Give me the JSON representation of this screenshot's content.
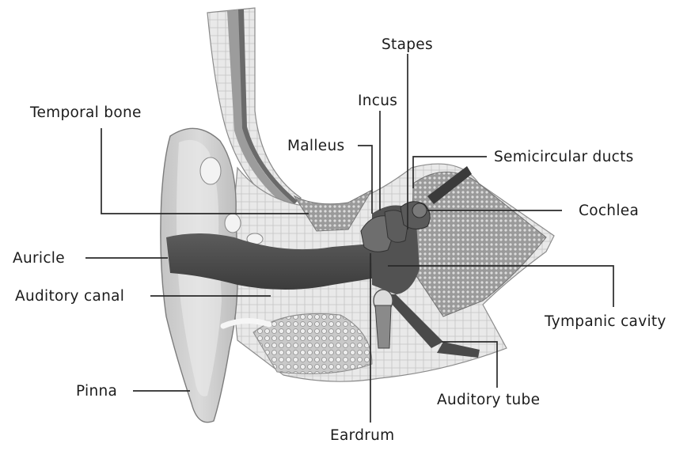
{
  "labels": {
    "temporal_bone": "Temporal bone",
    "stapes": "Stapes",
    "incus": "Incus",
    "malleus": "Malleus",
    "semicircular_ducts": "Semicircular ducts",
    "cochlea": "Cochlea",
    "auricle": "Auricle",
    "auditory_canal": "Auditory canal",
    "tympanic_cavity": "Tympanic cavity",
    "pinna": "Pinna",
    "auditory_tube": "Auditory tube",
    "eardrum": "Eardrum"
  }
}
